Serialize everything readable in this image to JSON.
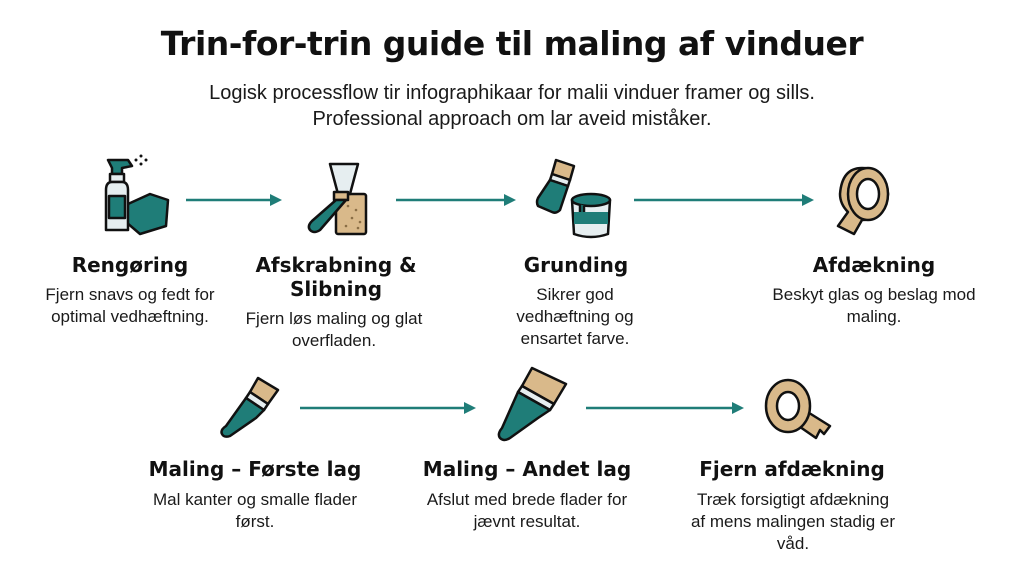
{
  "title": "Trin-for-trin guide til maling af vinduer",
  "subtitle_line1": "Logisk processflow tir infographikaar for malii vinduer framer og sills.",
  "subtitle_line2": "Professional approach om lar aveid miståker.",
  "colors": {
    "teal": "#1f7d78",
    "tan": "#d9b98a",
    "dark": "#111111",
    "light": "#e6eef0"
  },
  "steps": [
    {
      "title": "Rengøring",
      "desc": "Fjern snavs og fedt for optimal vedhæftning.",
      "icon": "spray-bottle-cloth-icon"
    },
    {
      "title": "Afskrabning & Slibning",
      "desc": "Fjern løs maling og glat overfladen.",
      "icon": "scraper-sandpaper-icon"
    },
    {
      "title": "Grunding",
      "desc": "Sikrer god vedhæftning og ensartet farve.",
      "icon": "brush-paint-can-icon"
    },
    {
      "title": "Afdækning",
      "desc": "Beskyt glas og beslag mod maling.",
      "icon": "masking-tape-icon"
    },
    {
      "title": "Maling – Første lag",
      "desc": "Mal kanter og smalle flader først.",
      "icon": "small-brush-icon"
    },
    {
      "title": "Maling – Andet lag",
      "desc": "Afslut med brede flader for jævnt resultat.",
      "icon": "wide-brush-icon"
    },
    {
      "title": "Fjern afdækning",
      "desc": "Træk forsigtigt afdækning af mens malingen stadig er våd.",
      "icon": "tape-roll-icon"
    }
  ]
}
